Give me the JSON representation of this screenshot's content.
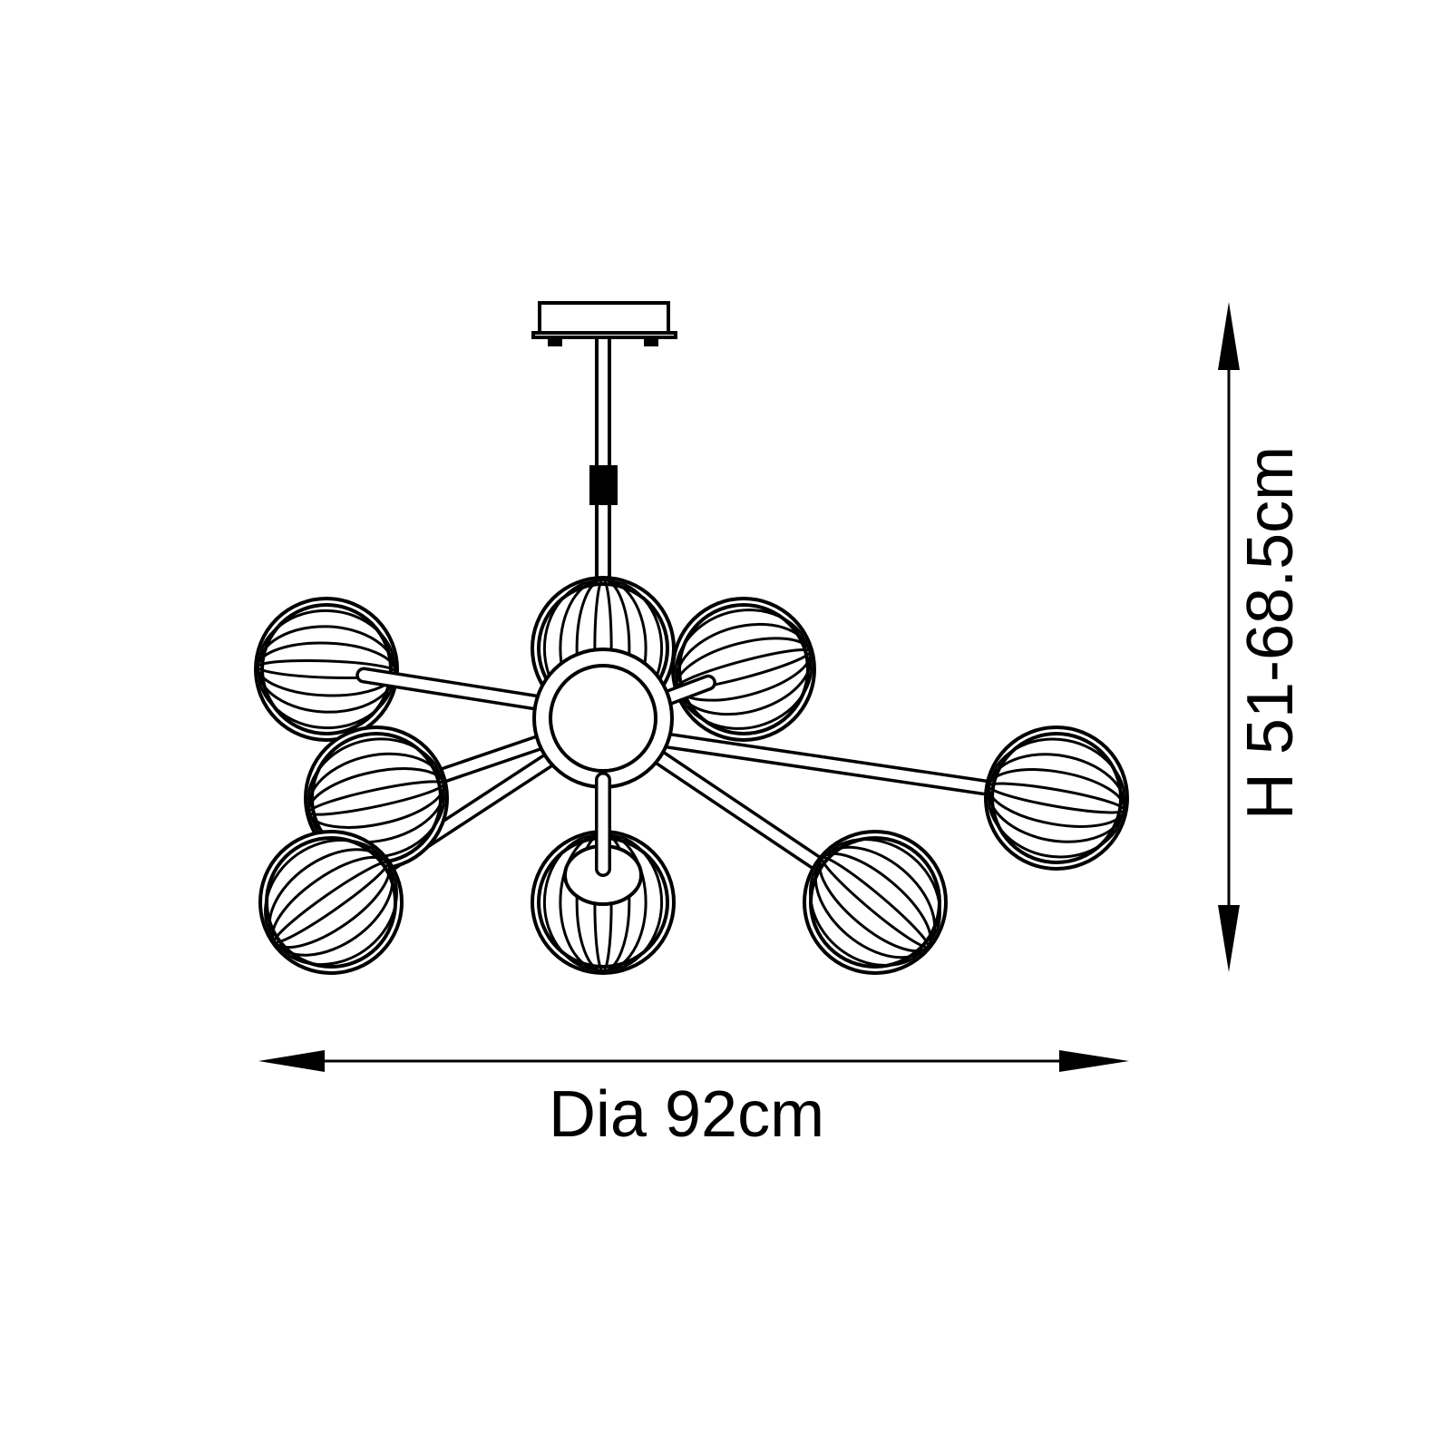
{
  "dimensions": {
    "diameter_label": "Dia 92cm",
    "height_label": "H 51-68.5cm"
  },
  "product": {
    "globe_count": 8,
    "line_color": "#000000",
    "background_color": "#ffffff"
  }
}
